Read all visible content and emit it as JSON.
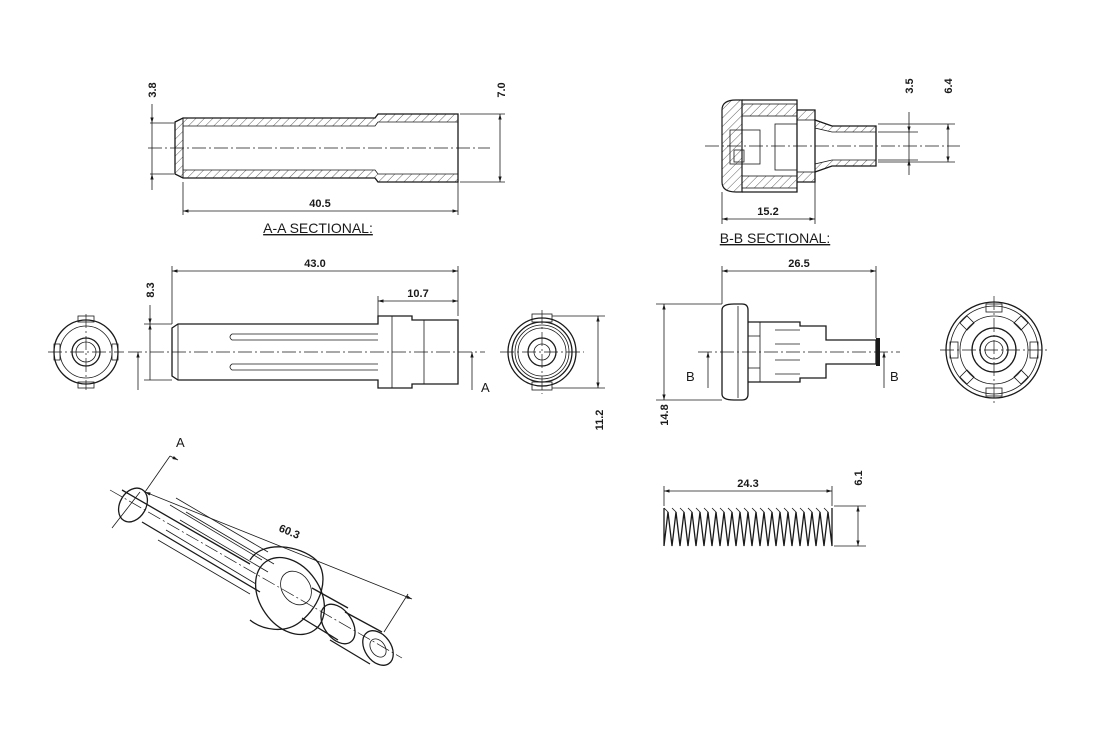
{
  "captions": {
    "section_a": "A-A SECTIONAL:",
    "section_b": "B-B SECTIONAL:"
  },
  "dimensions": {
    "a_inner_dia": "3.8",
    "a_outer_dia": "7.0",
    "a_length": "40.5",
    "b_inner_dia": "3.5",
    "b_outer_dia": "6.4",
    "b_length": "15.2",
    "side_length": "43.0",
    "side_collar": "10.7",
    "side_offset": "8.3",
    "end_view_dia": "11.2",
    "plunger_length": "26.5",
    "plunger_flange_dia": "14.8",
    "iso_length": "60.3",
    "spring_length": "24.3",
    "spring_dia": "6.1"
  },
  "labels": {
    "cut_a": "A",
    "cut_a_iso": "A",
    "cut_b_left": "B",
    "cut_b_right": "B"
  }
}
